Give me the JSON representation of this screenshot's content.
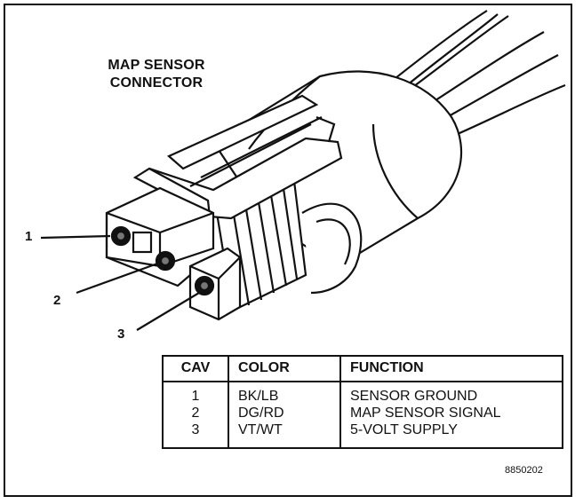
{
  "title_lines": [
    "MAP SENSOR",
    "CONNECTOR"
  ],
  "callouts": [
    "1",
    "2",
    "3"
  ],
  "table": {
    "headers": [
      "CAV",
      "COLOR",
      "FUNCTION"
    ],
    "rows": [
      [
        "1",
        "BK/LB",
        "SENSOR GROUND"
      ],
      [
        "2",
        "DG/RD",
        "MAP SENSOR SIGNAL"
      ],
      [
        "3",
        "VT/WT",
        "5-VOLT SUPPLY"
      ]
    ]
  },
  "figure_code": "8850202"
}
